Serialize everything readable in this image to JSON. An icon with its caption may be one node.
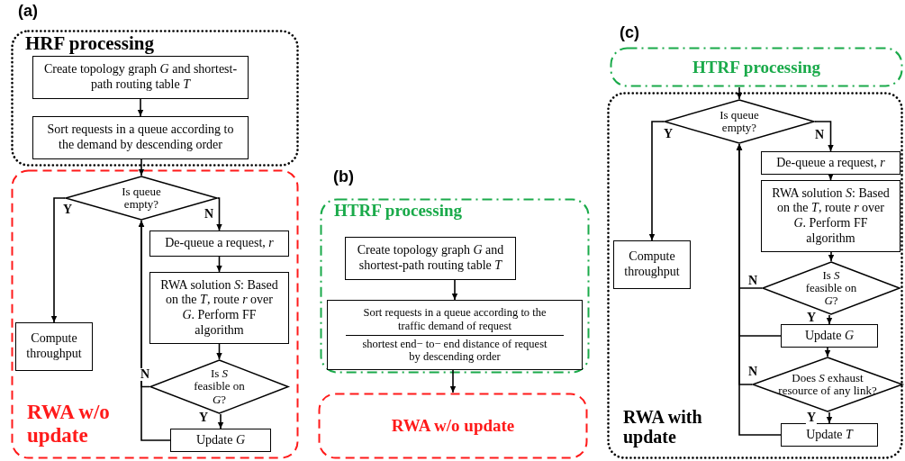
{
  "diagram": {
    "nodes": [
      {
        "text": [
          "HRF processing"
        ]
      },
      {
        "text": [
          "Create topology graph *G* and shortest-path routing table *T*"
        ],
        "in": 0
      },
      {
        "text": [
          "Sort requests in a queue according to the demand by descending order"
        ],
        "in": 0
      },
      {
        "text": [
          "RWA w/o update"
        ]
      },
      {
        "text": [
          "Is queue empty?"
        ],
        "in": 3
      },
      {
        "text": [
          "Compute throughput"
        ],
        "in": 3
      },
      {
        "text": [
          "De-queue a request, *r*"
        ],
        "in": 3
      },
      {
        "text": [
          "RWA solution *S*: Based on the *T*, route *r* over *G*. Perform FF algorithm"
        ],
        "in": 3
      },
      {
        "text": [
          "Is *S* feasible on *G*?"
        ],
        "in": 3
      },
      {
        "text": [
          "Update *G*"
        ],
        "in": 3
      },
      {
        "text": [
          "HTRF processing"
        ]
      },
      {
        "text": [
          "Create topology graph *G* and shortest-path routing table *T*"
        ],
        "in": 10
      },
      {
        "text": [
          "Sort requests in a queue according to the",
          "traffic demand of request",
          "shortest end− to− end distance of request",
          "by descending order"
        ],
        "in": 10
      },
      {
        "text": [
          "RWA w/o update"
        ]
      },
      {
        "text": [
          "HTRF processing"
        ]
      },
      {
        "text": [
          "RWA with update"
        ]
      },
      {
        "text": [
          "Is queue empty?"
        ],
        "in": 15
      },
      {
        "text": [
          "Compute throughput"
        ],
        "in": 15
      },
      {
        "text": [
          "De-queue a request, *r*"
        ],
        "in": 15
      },
      {
        "text": [
          "RWA solution *S*: Based on the *T*, route *r* over *G*. Perform FF algorithm"
        ],
        "in": 15
      },
      {
        "text": [
          "Is *S* feasible on *G*?"
        ],
        "in": 15
      },
      {
        "text": [
          "Update *G*"
        ],
        "in": 15
      },
      {
        "text": [
          "Does *S* exhaust resource of any link?"
        ],
        "in": 15
      },
      {
        "text": [
          "Update *T*"
        ],
        "in": 15
      }
    ],
    "edges": [
      {
        "from": 1,
        "to": 2,
        "arrow": "to"
      },
      {
        "from": 2,
        "to": 4,
        "arrow": "to"
      },
      {
        "from": 4,
        "to": 5,
        "arrow": "to",
        "label": "Y"
      },
      {
        "from": 4,
        "to": 6,
        "arrow": "to",
        "label": "N"
      },
      {
        "from": 6,
        "to": 7,
        "arrow": "to"
      },
      {
        "from": 7,
        "to": 8,
        "arrow": "to"
      },
      {
        "from": 8,
        "to": 9,
        "arrow": "to",
        "label": "Y"
      },
      {
        "from": 8,
        "to": 4,
        "arrow": "to",
        "label": "N"
      },
      {
        "from": 9,
        "to": 4,
        "arrow": "to"
      },
      {
        "from": 11,
        "to": 12,
        "arrow": "to"
      },
      {
        "from": 12,
        "to": 13,
        "arrow": "to"
      },
      {
        "from": 14,
        "to": 16,
        "arrow": "to"
      },
      {
        "from": 16,
        "to": 17,
        "arrow": "to",
        "label": "Y"
      },
      {
        "from": 16,
        "to": 18,
        "arrow": "to",
        "label": "N"
      },
      {
        "from": 18,
        "to": 19,
        "arrow": "to"
      },
      {
        "from": 19,
        "to": 20,
        "arrow": "to"
      },
      {
        "from": 20,
        "to": 21,
        "arrow": "to",
        "label": "Y"
      },
      {
        "from": 20,
        "to": 16,
        "arrow": "to",
        "label": "N"
      },
      {
        "from": 21,
        "to": 16,
        "arrow": "to"
      },
      {
        "from": 21,
        "to": 22,
        "arrow": "to"
      },
      {
        "from": 22,
        "to": 23,
        "arrow": "to",
        "label": "Y"
      },
      {
        "from": 22,
        "to": 16,
        "arrow": "to",
        "label": "N"
      },
      {
        "from": 23,
        "to": 16,
        "arrow": "to"
      }
    ],
    "labels": [
      "(a)",
      "(b)",
      "(c)"
    ]
  }
}
